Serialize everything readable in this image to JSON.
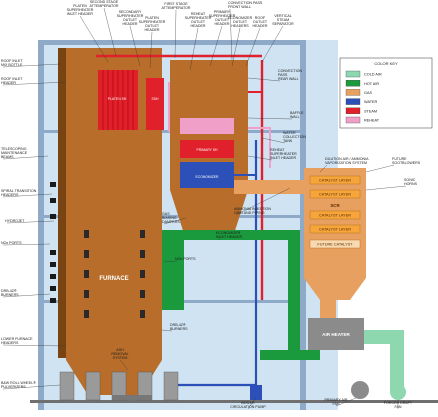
{
  "colors": {
    "cold_air": "#8ed8b0",
    "hot_air": "#1a9a3c",
    "gas": "#e8a060",
    "water": "#2c4fb8",
    "steam": "#e0202a",
    "reheat": "#f0a0c8",
    "casing": "#b86e2a",
    "casing_dark": "#7a4312",
    "structure": "#8fa9c8",
    "building": "#cfe3f2",
    "catalyst": "#f5a53a",
    "air_heater": "#8b8b8b"
  },
  "top_labels": {
    "platen_sh_inlet": "PLATEN\nSUPERHEATER\nINLET HEADER",
    "second_stage_att": "SECOND STAGE\nATTEMPERATOR",
    "secondary_sh_outlet": "SECONDARY\nSUPERHEATER\nOUTLET\nHEADER",
    "platen_sh_outlet": "PLATEN\nSUPERHEATER\nOUTLET\nHEADER",
    "first_stage_att": "FIRST STAGE\nATTEMPERATOR",
    "reheat_sh_outlet": "REHEAT\nSUPERHEATER\nOUTLET\nHEADER",
    "primary_sh_outlet": "PRIMARY\nSUPERHEATER\nOUTLET\nHEADER",
    "convection_pass_front": "CONVECTION PASS\nFRONT WALL",
    "economizer_outlet": "ECONOMIZER\nOUTLET\nHEADERS",
    "roof_outlet": "ROOF\nOUTLET\nHEADER",
    "vertical_steam_sep": "VERTICAL\nSTEAM\nSEPARATOR"
  },
  "left_labels": {
    "roof_inlet_mix": "ROOF INLET\nMIX BOTTLE",
    "roof_inlet_header": "ROOF INLET\nHEADER",
    "telescoping": "TELESCOPING\nMAINTENANCE\nBEAMS",
    "spiral_transition": "SPIRAL TRANSITION\nHEADERS",
    "hydrojet": "HYDROJET",
    "nox_ports": "NOx PORTS",
    "drb_burners": "DRB-4Z®\nBURNERS",
    "lower_furnace": "LOWER FURNACE\nHEADERS",
    "pulverizers": "B&W ROLL WHEEL®\nPULVERIZERS"
  },
  "mid_labels": {
    "convection_rear": "CONVECTION\nPASS\nREAR WALL",
    "baffle_wall": "BAFFLE\nWALL",
    "water_tank": "WATER\nCOLLECTION\nTANK",
    "reheat_sh_inlet": "REHEAT\nSUPERHEATER\nINLET HEADER",
    "dilution_air": "DILUTION AIR / AMMONIA\nVAPORIZATION SYSTEM",
    "future_sootblowers": "FUTURE\nSOOTBLOWERS",
    "sonic_horns": "SONIC\nHORNS",
    "ammonia_grid": "AMMONIA INJECTION\nGRID AND PIPING",
    "economizer_inlet": "ECONOMIZER\nINLET HEADER",
    "gas_biasing": "GAS\nBIASING\nDAMPERS",
    "nox_ports_mid": "NOx PORTS",
    "drb_burners_mid": "DRB-4Z®\nBURNERS"
  },
  "bottom_labels": {
    "ash_removal": "ASH\nREMOVAL\nSYSTEM",
    "boiler_circ_pump": "BOILER\nCIRCULATION PUMP",
    "primary_air_fan": "PRIMARY AIR\nFAN",
    "forced_draft_fan": "FORCED DRAFT\nFAN"
  },
  "equipment": {
    "furnace": "FURNACE",
    "air_heater": "AIR HEATER",
    "platen_sh": "PLATEN SH",
    "ssh": "SSH",
    "primary_sh": "PRIMARY SH",
    "economizer": "ECONOMIZER",
    "scr": "SCR",
    "catalyst_1": "CATALYST LAYER",
    "catalyst_2": "CATALYST LAYER",
    "catalyst_3": "CATALYST LAYER",
    "catalyst_4": "CATALYST LAYER",
    "future_catalyst": "FUTURE CATALYST"
  },
  "color_key": {
    "title": "COLOR KEY",
    "items": [
      "COLD AIR",
      "HOT AIR",
      "GAS",
      "WATER",
      "STEAM",
      "REHEAT"
    ]
  }
}
